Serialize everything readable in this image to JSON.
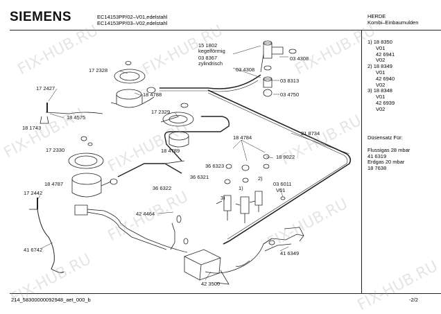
{
  "header": {
    "brand": "SIEMENS",
    "model_line_1": "EC14153PP/02–V01,edelstahl",
    "model_line_2": "EC14153PP/03–V02,edelstahl",
    "category_line_1": "HERDE",
    "category_line_2": "Kombi–Einbaumulden"
  },
  "side_panel": {
    "variants": [
      "1) 18 8350",
      "V01",
      "42 6941",
      "V02",
      "2) 18 8349",
      "V01",
      "42 6940",
      "V02",
      "3) 18 8348",
      "V01",
      "42 6939",
      "V02"
    ],
    "nozzle_set_title": "Düsensatz Für:",
    "nozzle_sets": [
      "Flussigas 28 mbar",
      "41 6319",
      "Erdgas 20 mbar",
      "18 7638"
    ]
  },
  "parts": {
    "p151802": "15 1802",
    "kegel": "kegelförmig",
    "p038367": "03 8367",
    "zylindrisch": "zylindrisch",
    "p034308a": "03 4308",
    "p034308b": "03 4308",
    "p038313": "03 8313",
    "p034750": "03 4750",
    "p172328": "17 2328",
    "p172427": "17 2427",
    "p184788": "18 4788",
    "p184575": "18 4575",
    "p181743": "18 1743",
    "p172329": "17 2329",
    "p184789": "18 4789",
    "p218734": "21 8734",
    "p172330": "17 2330",
    "p184784": "18 4784",
    "p189022": "18 9022",
    "p363323": "36 6323",
    "p366321": "36 6321",
    "p366322": "36 6322",
    "p184787": "18 4787",
    "p172442": "17 2442",
    "p036011": "03 6011",
    "v01": "V01",
    "p424464": "42 4464",
    "p416742": "41 6742",
    "p416349": "41 6349",
    "p423500": "42 3500",
    "mark1": "1)",
    "mark2": "2)",
    "mark3": "3)"
  },
  "footer": {
    "doc_id": "214_58300000092948_aet_000_b",
    "page": "-2/2"
  },
  "watermark_text": "FIX-HUB.RU"
}
